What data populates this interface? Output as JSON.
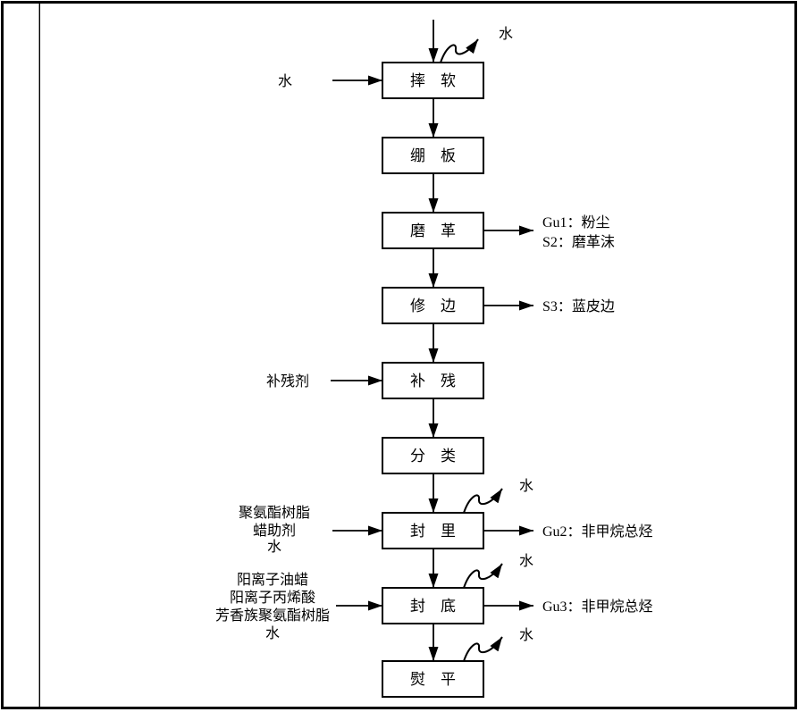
{
  "page": {
    "background_color": "#ffffff",
    "ink_color": "#000000",
    "description_layout": "bordered document cell containing a vertical process flowchart"
  },
  "diagram": {
    "type": "process-flowchart",
    "water_label": "水",
    "steps": [
      {
        "label": "摔　软"
      },
      {
        "label": "绷　板"
      },
      {
        "label": "磨　革"
      },
      {
        "label": "修　边"
      },
      {
        "label": "补　残"
      },
      {
        "label": "分　类"
      },
      {
        "label": "封　里"
      },
      {
        "label": "封　底"
      },
      {
        "label": "熨　平"
      }
    ],
    "inputs": [
      {
        "to_step": 1,
        "lines": [
          "水"
        ]
      },
      {
        "to_step": 5,
        "lines": [
          "补残剂"
        ]
      },
      {
        "to_step": 7,
        "lines": [
          "聚氨酯树脂",
          "蜡助剂",
          "水"
        ]
      },
      {
        "to_step": 8,
        "lines": [
          "阳离子油蜡",
          "阳离子丙烯酸",
          "芳香族聚氨酯树脂",
          "水"
        ]
      }
    ],
    "outputs": [
      {
        "from_step": 3,
        "lines": [
          "Gu1：粉尘",
          "S2：磨革沫"
        ]
      },
      {
        "from_step": 4,
        "lines": [
          "S3：蓝皮边"
        ]
      },
      {
        "from_step": 7,
        "lines": [
          "Gu2：非甲烷总烃"
        ]
      },
      {
        "from_step": 8,
        "lines": [
          "Gu3：非甲烷总烃"
        ]
      }
    ],
    "evaporation_arrows": [
      {
        "above_step": 1,
        "label": "水"
      },
      {
        "above_step": 7,
        "label": "水"
      },
      {
        "above_step": 8,
        "label": "水"
      },
      {
        "above_step": 9,
        "label": "水"
      }
    ]
  }
}
